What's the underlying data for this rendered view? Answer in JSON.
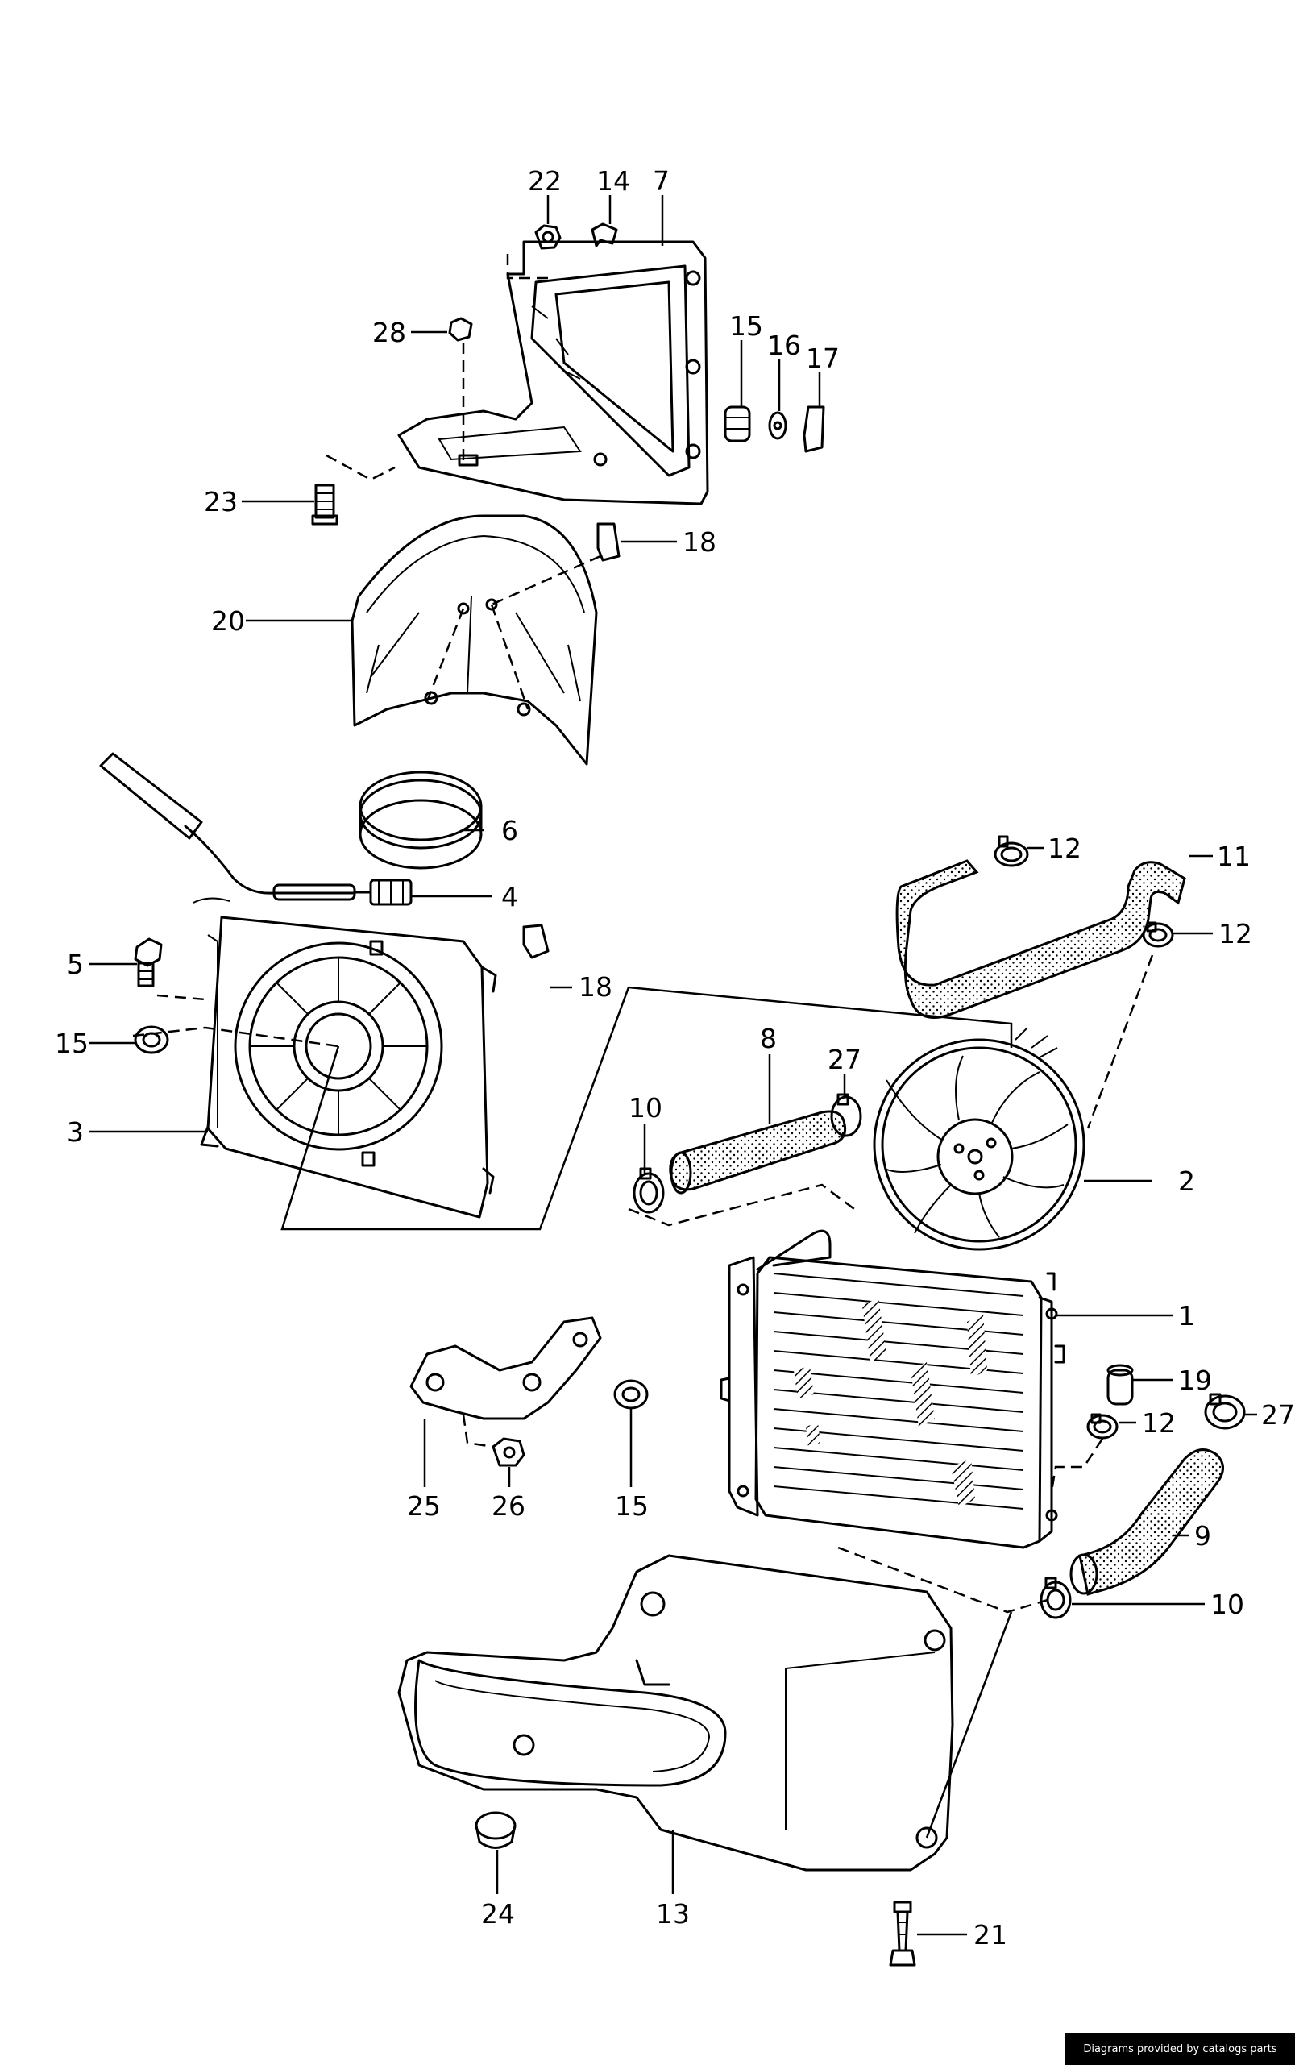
{
  "labels": {
    "l1": "1",
    "l2": "2",
    "l3": "3",
    "l4": "4",
    "l5": "5",
    "l6": "6",
    "l7": "7",
    "l8": "8",
    "l9": "9",
    "l10a": "10",
    "l10b": "10",
    "l11": "11",
    "l12a": "12",
    "l12b": "12",
    "l12c": "12",
    "l13": "13",
    "l14": "14",
    "l15a": "15",
    "l15b": "15",
    "l15c": "15",
    "l16": "16",
    "l17": "17",
    "l18a": "18",
    "l18b": "18",
    "l19": "19",
    "l20": "20",
    "l21": "21",
    "l22": "22",
    "l23": "23",
    "l24": "24",
    "l25": "25",
    "l26": "26",
    "l27a": "27",
    "l27b": "27",
    "l28": "28"
  },
  "credit": "Diagrams provided by catalogs parts"
}
